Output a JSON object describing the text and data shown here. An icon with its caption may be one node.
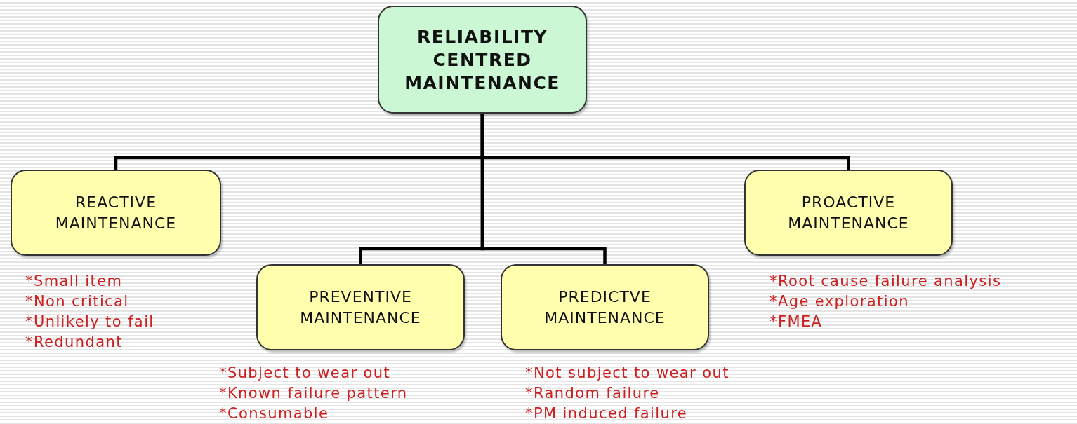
{
  "diagram": {
    "nodes": [
      {
        "text": [
          "RELIABILITY CENTRED MAINTENANCE"
        ]
      },
      {
        "text": [
          "REACTIVE MAINTENANCE"
        ],
        "beside": [
          "*Small item",
          "*Non critical",
          "*Unlikely to fail",
          "*Redundant"
        ]
      },
      {
        "text": [
          "PREVENTIVE MAINTENANCE"
        ],
        "beside": [
          "*Subject to wear out",
          "*Known failure pattern",
          "*Consumable"
        ]
      },
      {
        "text": [
          "PREDICTVE MAINTENANCE"
        ],
        "beside": [
          "*Not subject to wear out",
          "*Random failure",
          "*PM induced failure"
        ]
      },
      {
        "text": [
          "PROACTIVE MAINTENANCE"
        ],
        "beside": [
          "*Root cause failure analysis",
          "*Age exploration",
          "*FMEA"
        ]
      }
    ],
    "edges": [
      {
        "from": 0,
        "to": 1,
        "arrow": "none"
      },
      {
        "from": 0,
        "to": 2,
        "arrow": "none"
      },
      {
        "from": 0,
        "to": 3,
        "arrow": "none"
      },
      {
        "from": 0,
        "to": 4,
        "arrow": "none"
      }
    ]
  }
}
